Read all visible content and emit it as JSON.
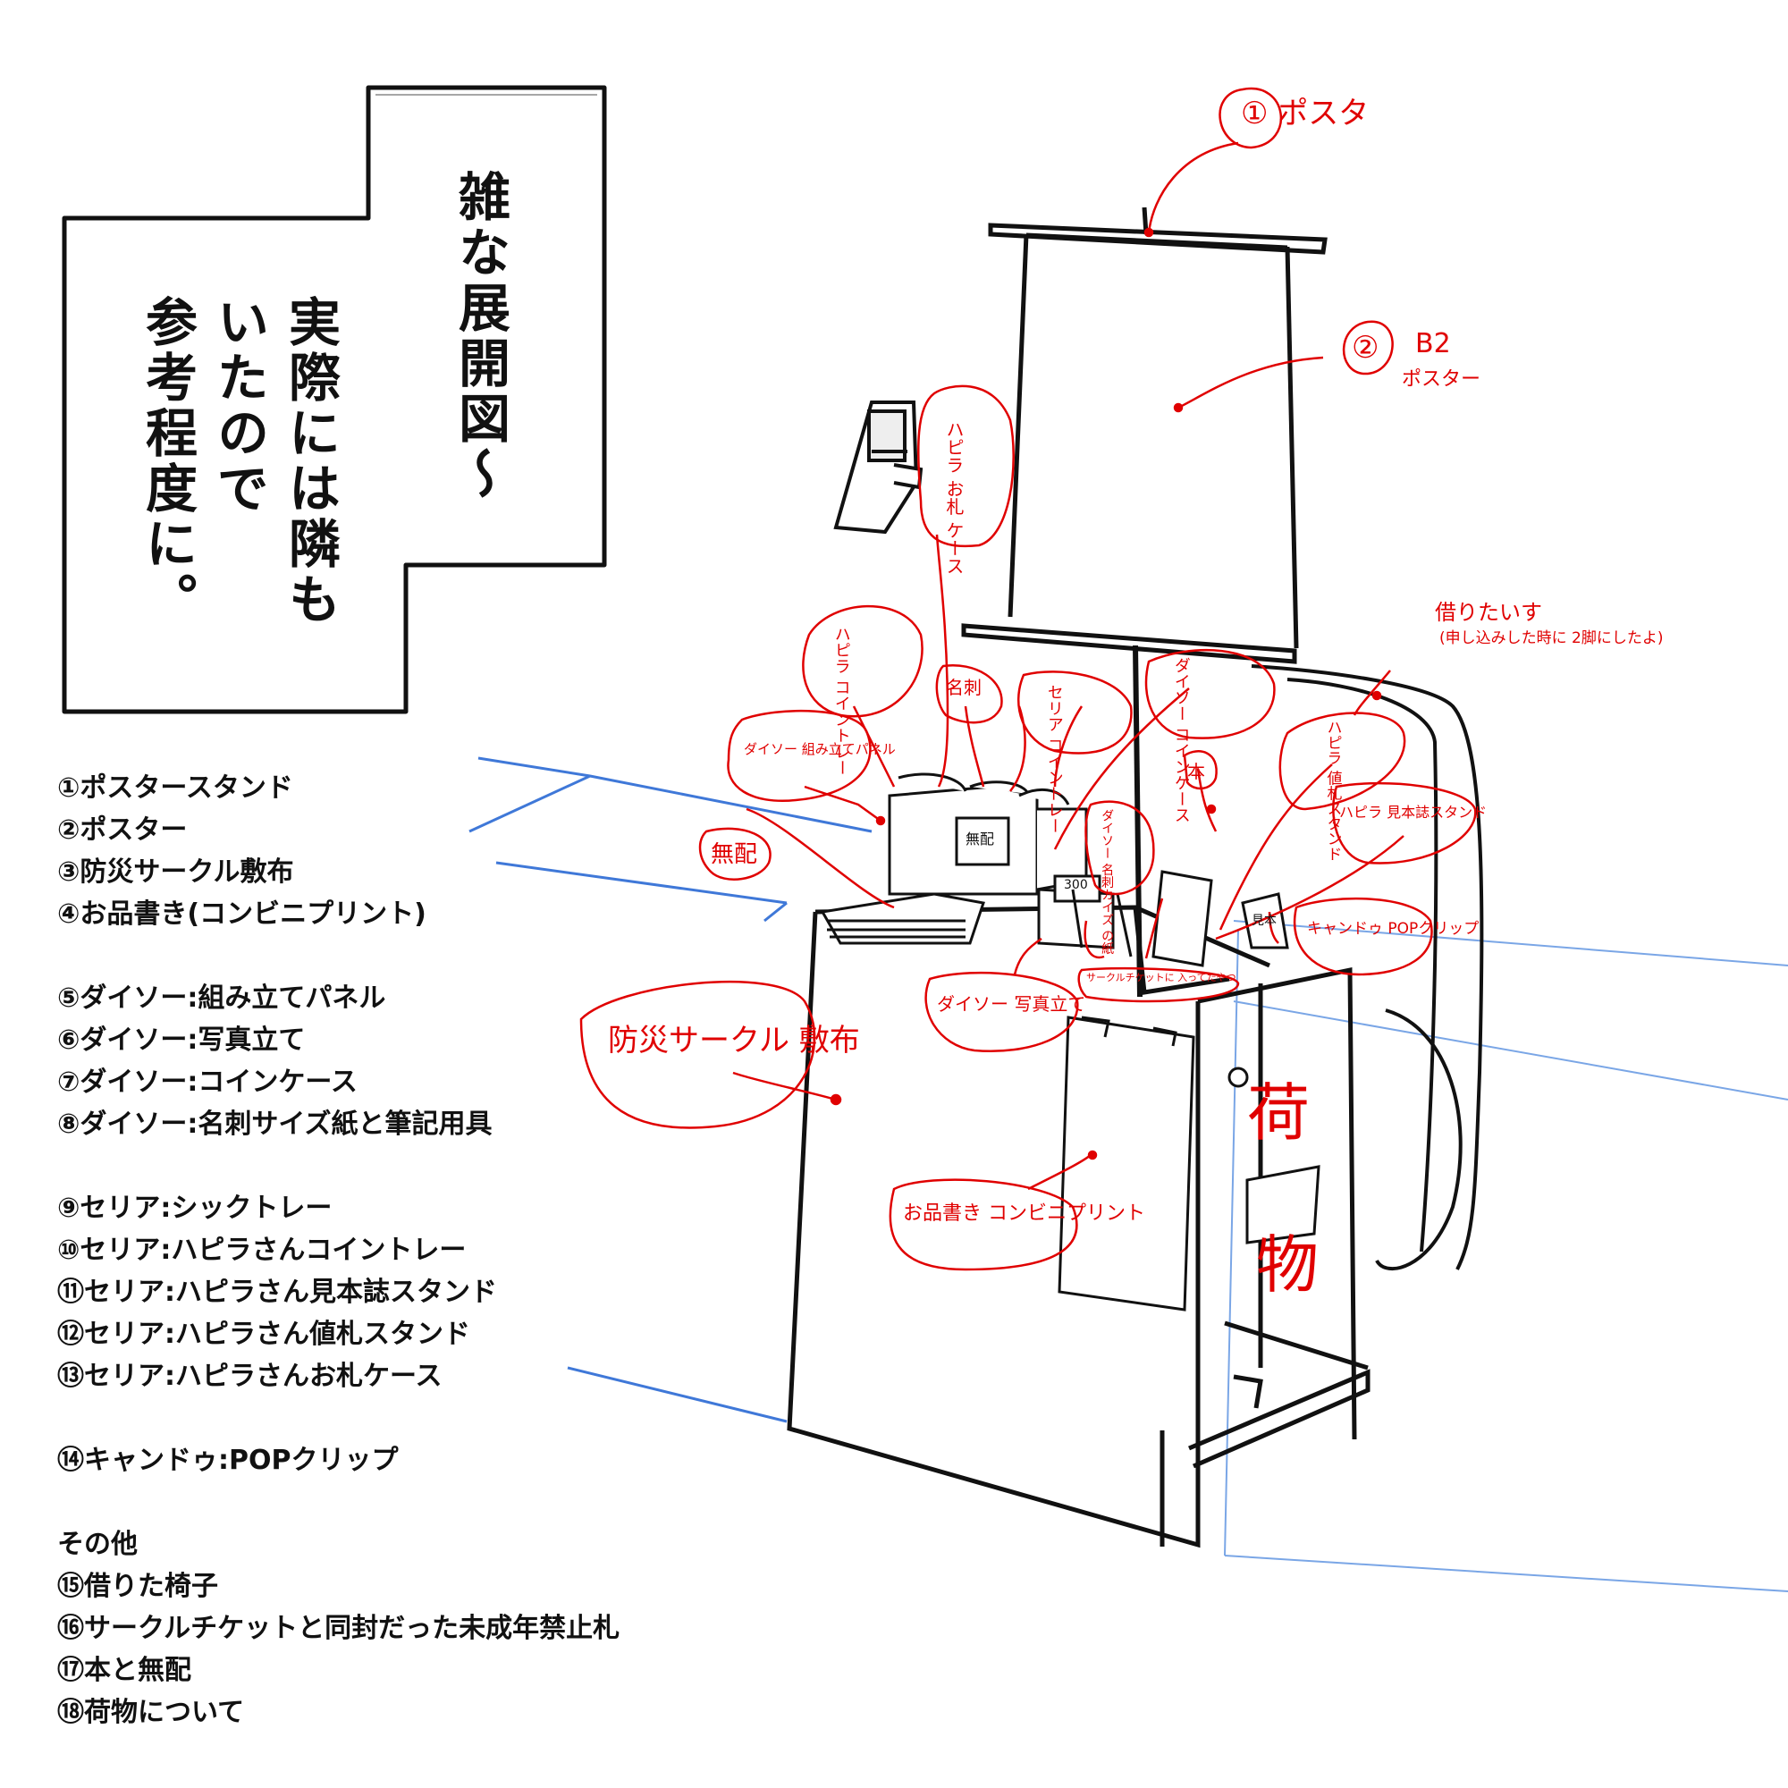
{
  "caption": {
    "lines": [
      "雑な展開図〜",
      "実際には隣も",
      "いたので",
      "参考程度に。"
    ]
  },
  "legend": {
    "groups": [
      [
        "①ポスタースタンド",
        "②ポスター",
        "③防災サークル敷布",
        "④お品書き(コンビニプリント)"
      ],
      [
        "⑤ダイソー:組み立てパネル",
        "⑥ダイソー:写真立て",
        "⑦ダイソー:コインケース",
        "⑧ダイソー:名刺サイズ紙と筆記用具"
      ],
      [
        "⑨セリア:シックトレー",
        "⑩セリア:ハピラさんコイントレー",
        "⑪セリア:ハピラさん見本誌スタンド",
        "⑫セリア:ハピラさん値札スタンド",
        "⑬セリア:ハピラさんお札ケース"
      ],
      [
        "⑭キャンドゥ:POPクリップ"
      ],
      [
        "その他",
        "⑮借りた椅子",
        "⑯サークルチケットと同封だった未成年禁止札",
        "⑰本と無配",
        "⑱荷物について"
      ]
    ]
  },
  "annotations": {
    "poster_stand": "① ポスタ",
    "poster_num": "②",
    "poster_label": "B2",
    "poster_label2": "ポスター",
    "bill_case": "ハピラ お札 ケース",
    "coin_tray_happy": "ハピラ コイントレー",
    "meishi": "名刺",
    "seria_coin_tray": "セリア コイントレー",
    "daiso_coin_case": "ダイソー コインケース",
    "daiso_panel": "ダイソー 組み立てパネル",
    "borrowed": "借りたいす",
    "borrowed_note": "(申し込みした時に 2脚にしたよ)",
    "price_stand": "ハピラ 値札スタンド",
    "sample_stand": "ハピラ 見本誌スタンド",
    "hon": "本",
    "daiso_paper": "ダイソー 名刺カイズ の紙",
    "muhai": "無配",
    "cando_clip": "キャンドゥ POPクリップ",
    "daiso_photo": "ダイソー 写真立て",
    "ticket": "サークルチケットに 入ってたやつ",
    "cloth": "防災サークル 敷布",
    "menu": "お品書き コンビニプリント",
    "luggage1": "荷",
    "luggage2": "物",
    "price_tag": "300",
    "muhai_tag": "無配",
    "sample_tag": "見本"
  },
  "colors": {
    "ink": "#111111",
    "annotation": "#e00000",
    "guide": "#3f78d8",
    "guide_light": "#7aa6e6"
  }
}
